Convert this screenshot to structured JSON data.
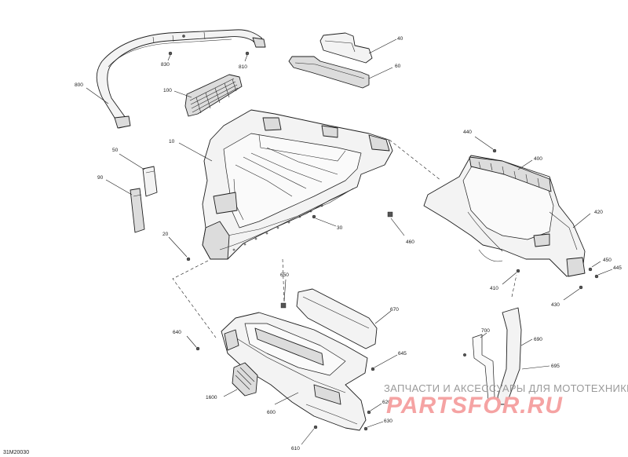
{
  "diagram": {
    "reference": "31M20030",
    "parts": [
      {
        "id": "p830",
        "label": "830"
      },
      {
        "id": "p810a",
        "label": "810"
      },
      {
        "id": "p800",
        "label": "800"
      },
      {
        "id": "p100",
        "label": "100"
      },
      {
        "id": "p10",
        "label": "10"
      },
      {
        "id": "p50",
        "label": "50"
      },
      {
        "id": "p90",
        "label": "90"
      },
      {
        "id": "p20",
        "label": "20"
      },
      {
        "id": "p30",
        "label": "30"
      },
      {
        "id": "p40",
        "label": "40"
      },
      {
        "id": "p60",
        "label": "60"
      },
      {
        "id": "p440",
        "label": "440"
      },
      {
        "id": "p400",
        "label": "400"
      },
      {
        "id": "p420",
        "label": "420"
      },
      {
        "id": "p460",
        "label": "460"
      },
      {
        "id": "p410",
        "label": "410"
      },
      {
        "id": "p450",
        "label": "450"
      },
      {
        "id": "p445",
        "label": "445"
      },
      {
        "id": "p430",
        "label": "430"
      },
      {
        "id": "p650",
        "label": "650"
      },
      {
        "id": "p670",
        "label": "670"
      },
      {
        "id": "p640",
        "label": "640"
      },
      {
        "id": "p645",
        "label": "645"
      },
      {
        "id": "p1600",
        "label": "1600"
      },
      {
        "id": "p600",
        "label": "600"
      },
      {
        "id": "p620",
        "label": "620"
      },
      {
        "id": "p630",
        "label": "630"
      },
      {
        "id": "p610",
        "label": "610"
      },
      {
        "id": "p700",
        "label": "700"
      },
      {
        "id": "p690",
        "label": "690"
      },
      {
        "id": "p695",
        "label": "695"
      }
    ]
  },
  "watermark": {
    "line1": "ЗАПЧАСТИ И АКСЕССУАРЫ ДЛЯ МОТОТЕХНИКИ",
    "line2": "PARTSFOR.RU",
    "color": "#f5a3a3"
  }
}
